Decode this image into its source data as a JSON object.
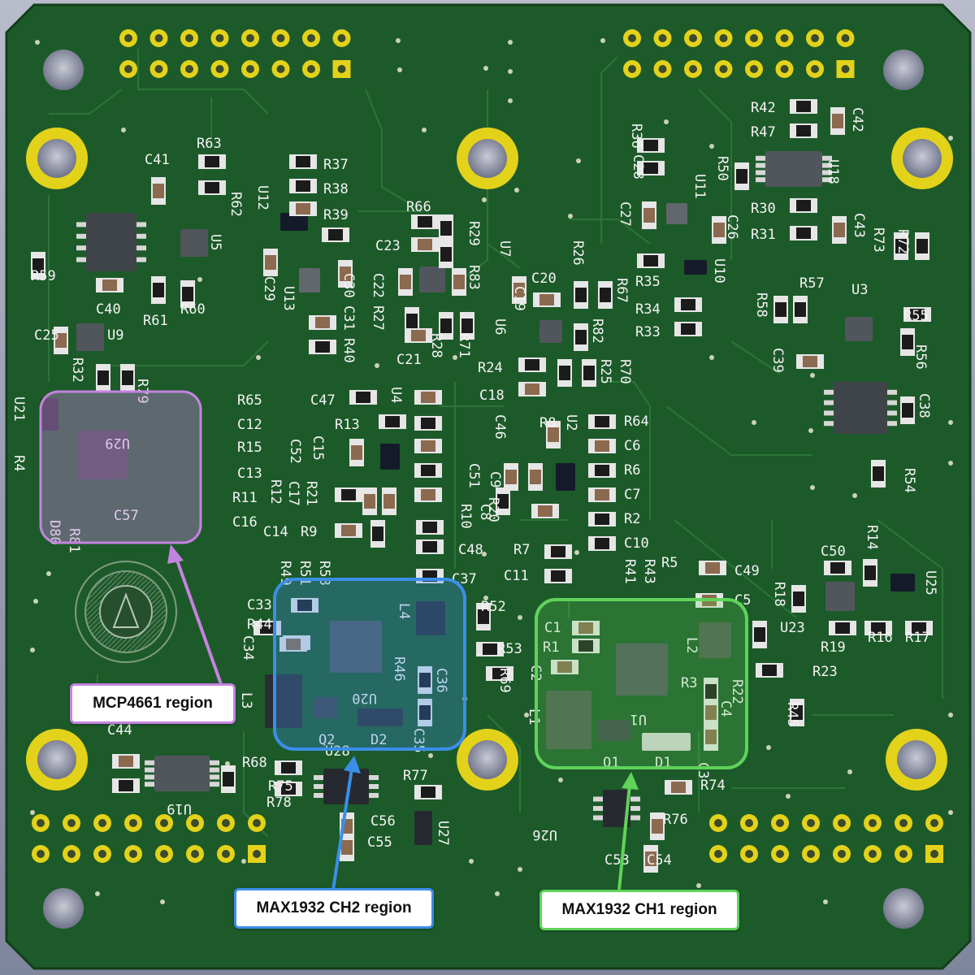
{
  "colors": {
    "board": "#1d5a2a",
    "board_edge": "#174d22",
    "silk": "#f0f0f0",
    "pad_gold": "#e3d21a",
    "mcp_region": "#c583e0",
    "ch2_region": "#3b8ee8",
    "ch1_region": "#5fd35a"
  },
  "regions": {
    "mcp": {
      "label": "MCP4661 region"
    },
    "ch2": {
      "label": "MAX1932 CH2 region"
    },
    "ch1": {
      "label": "MAX1932 CH1 region"
    }
  },
  "silkscreen": [
    {
      "t": "C41"
    },
    {
      "t": "R63"
    },
    {
      "t": "R62"
    },
    {
      "t": "R59"
    },
    {
      "t": "C40"
    },
    {
      "t": "R61"
    },
    {
      "t": "R60"
    },
    {
      "t": "U5"
    },
    {
      "t": "C25"
    },
    {
      "t": "U9"
    },
    {
      "t": "R32"
    },
    {
      "t": "R79"
    },
    {
      "t": "U21"
    },
    {
      "t": "R4"
    },
    {
      "t": "U29"
    },
    {
      "t": "C57"
    },
    {
      "t": "D80"
    },
    {
      "t": "R81"
    },
    {
      "t": "R37"
    },
    {
      "t": "R38"
    },
    {
      "t": "U12"
    },
    {
      "t": "R39"
    },
    {
      "t": "C29"
    },
    {
      "t": "U13"
    },
    {
      "t": "C30"
    },
    {
      "t": "C31"
    },
    {
      "t": "R40"
    },
    {
      "t": "R66"
    },
    {
      "t": "R29"
    },
    {
      "t": "C23"
    },
    {
      "t": "R83"
    },
    {
      "t": "U7"
    },
    {
      "t": "C22"
    },
    {
      "t": "R27"
    },
    {
      "t": "C21"
    },
    {
      "t": "R28"
    },
    {
      "t": "R71"
    },
    {
      "t": "R65"
    },
    {
      "t": "C47"
    },
    {
      "t": "U4"
    },
    {
      "t": "C12"
    },
    {
      "t": "R13"
    },
    {
      "t": "R15"
    },
    {
      "t": "C15"
    },
    {
      "t": "C52"
    },
    {
      "t": "C13"
    },
    {
      "t": "R11"
    },
    {
      "t": "R12"
    },
    {
      "t": "C17"
    },
    {
      "t": "R21"
    },
    {
      "t": "C16"
    },
    {
      "t": "C14"
    },
    {
      "t": "R9"
    },
    {
      "t": "R10"
    },
    {
      "t": "C48"
    },
    {
      "t": "C19"
    },
    {
      "t": "C20"
    },
    {
      "t": "U6"
    },
    {
      "t": "R26"
    },
    {
      "t": "R67"
    },
    {
      "t": "R82"
    },
    {
      "t": "R24"
    },
    {
      "t": "R25"
    },
    {
      "t": "R70"
    },
    {
      "t": "C18"
    },
    {
      "t": "C46"
    },
    {
      "t": "R8"
    },
    {
      "t": "U2"
    },
    {
      "t": "R64"
    },
    {
      "t": "C6"
    },
    {
      "t": "R6"
    },
    {
      "t": "C7"
    },
    {
      "t": "C51"
    },
    {
      "t": "C9"
    },
    {
      "t": "C8"
    },
    {
      "t": "R20"
    },
    {
      "t": "R2"
    },
    {
      "t": "R7"
    },
    {
      "t": "C10"
    },
    {
      "t": "C11"
    },
    {
      "t": "R36"
    },
    {
      "t": "C28"
    },
    {
      "t": "U11"
    },
    {
      "t": "C27"
    },
    {
      "t": "C26"
    },
    {
      "t": "R35"
    },
    {
      "t": "U10"
    },
    {
      "t": "R34"
    },
    {
      "t": "R33"
    },
    {
      "t": "R42"
    },
    {
      "t": "C42"
    },
    {
      "t": "R47"
    },
    {
      "t": "R50"
    },
    {
      "t": "U18"
    },
    {
      "t": "R30"
    },
    {
      "t": "R31"
    },
    {
      "t": "C43"
    },
    {
      "t": "R73"
    },
    {
      "t": "R72"
    },
    {
      "t": "R57"
    },
    {
      "t": "R58"
    },
    {
      "t": "U3"
    },
    {
      "t": "R55"
    },
    {
      "t": "R56"
    },
    {
      "t": "C39"
    },
    {
      "t": "C38"
    },
    {
      "t": "R54"
    },
    {
      "t": "R14"
    },
    {
      "t": "C50"
    },
    {
      "t": "R18"
    },
    {
      "t": "U25"
    },
    {
      "t": "U23"
    },
    {
      "t": "R16"
    },
    {
      "t": "R17"
    },
    {
      "t": "R19"
    },
    {
      "t": "C49"
    },
    {
      "t": "C5"
    },
    {
      "t": "R41"
    },
    {
      "t": "R43"
    },
    {
      "t": "R5"
    },
    {
      "t": "C1"
    },
    {
      "t": "R1"
    },
    {
      "t": "L2"
    },
    {
      "t": "C2"
    },
    {
      "t": "R3"
    },
    {
      "t": "L1"
    },
    {
      "t": "U1"
    },
    {
      "t": "C4"
    },
    {
      "t": "R22"
    },
    {
      "t": "R23"
    },
    {
      "t": "R45"
    },
    {
      "t": "Q1"
    },
    {
      "t": "D1"
    },
    {
      "t": "C3"
    },
    {
      "t": "R74"
    },
    {
      "t": "R76"
    },
    {
      "t": "U26"
    },
    {
      "t": "C53"
    },
    {
      "t": "C54"
    },
    {
      "t": "C37"
    },
    {
      "t": "R49"
    },
    {
      "t": "R51"
    },
    {
      "t": "R58"
    },
    {
      "t": "C33"
    },
    {
      "t": "R44"
    },
    {
      "t": "C34"
    },
    {
      "t": "L4"
    },
    {
      "t": "R46"
    },
    {
      "t": "U20"
    },
    {
      "t": "R52"
    },
    {
      "t": "R53"
    },
    {
      "t": "R69"
    },
    {
      "t": "C36"
    },
    {
      "t": "L3"
    },
    {
      "t": "Q2"
    },
    {
      "t": "D2"
    },
    {
      "t": "C35"
    },
    {
      "t": "U28"
    },
    {
      "t": "R77"
    },
    {
      "t": "C56"
    },
    {
      "t": "C55"
    },
    {
      "t": "U27"
    },
    {
      "t": "C44"
    },
    {
      "t": "U19"
    },
    {
      "t": "R68"
    },
    {
      "t": "R75"
    },
    {
      "t": "R78"
    }
  ]
}
